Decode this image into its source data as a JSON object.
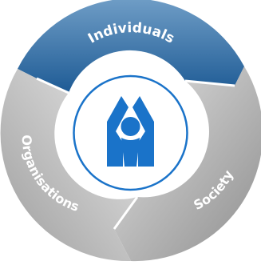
{
  "diagram": {
    "segments": [
      {
        "id": "individuals",
        "label": "Individuals",
        "color_top": "#6f9dc6",
        "color_bottom": "#1e5b95"
      },
      {
        "id": "society",
        "label": "Society",
        "color_top": "#dcdcdc",
        "color_bottom": "#9a9a9a"
      },
      {
        "id": "organisations",
        "label": "Organisations",
        "color_top": "#e4e4e4",
        "color_bottom": "#a6a6a6"
      }
    ],
    "center": {
      "ring_color": "#1a73c9",
      "logo_color": "#1a73c9",
      "logo_icon": "person-in-sheltering-hands-icon"
    }
  }
}
